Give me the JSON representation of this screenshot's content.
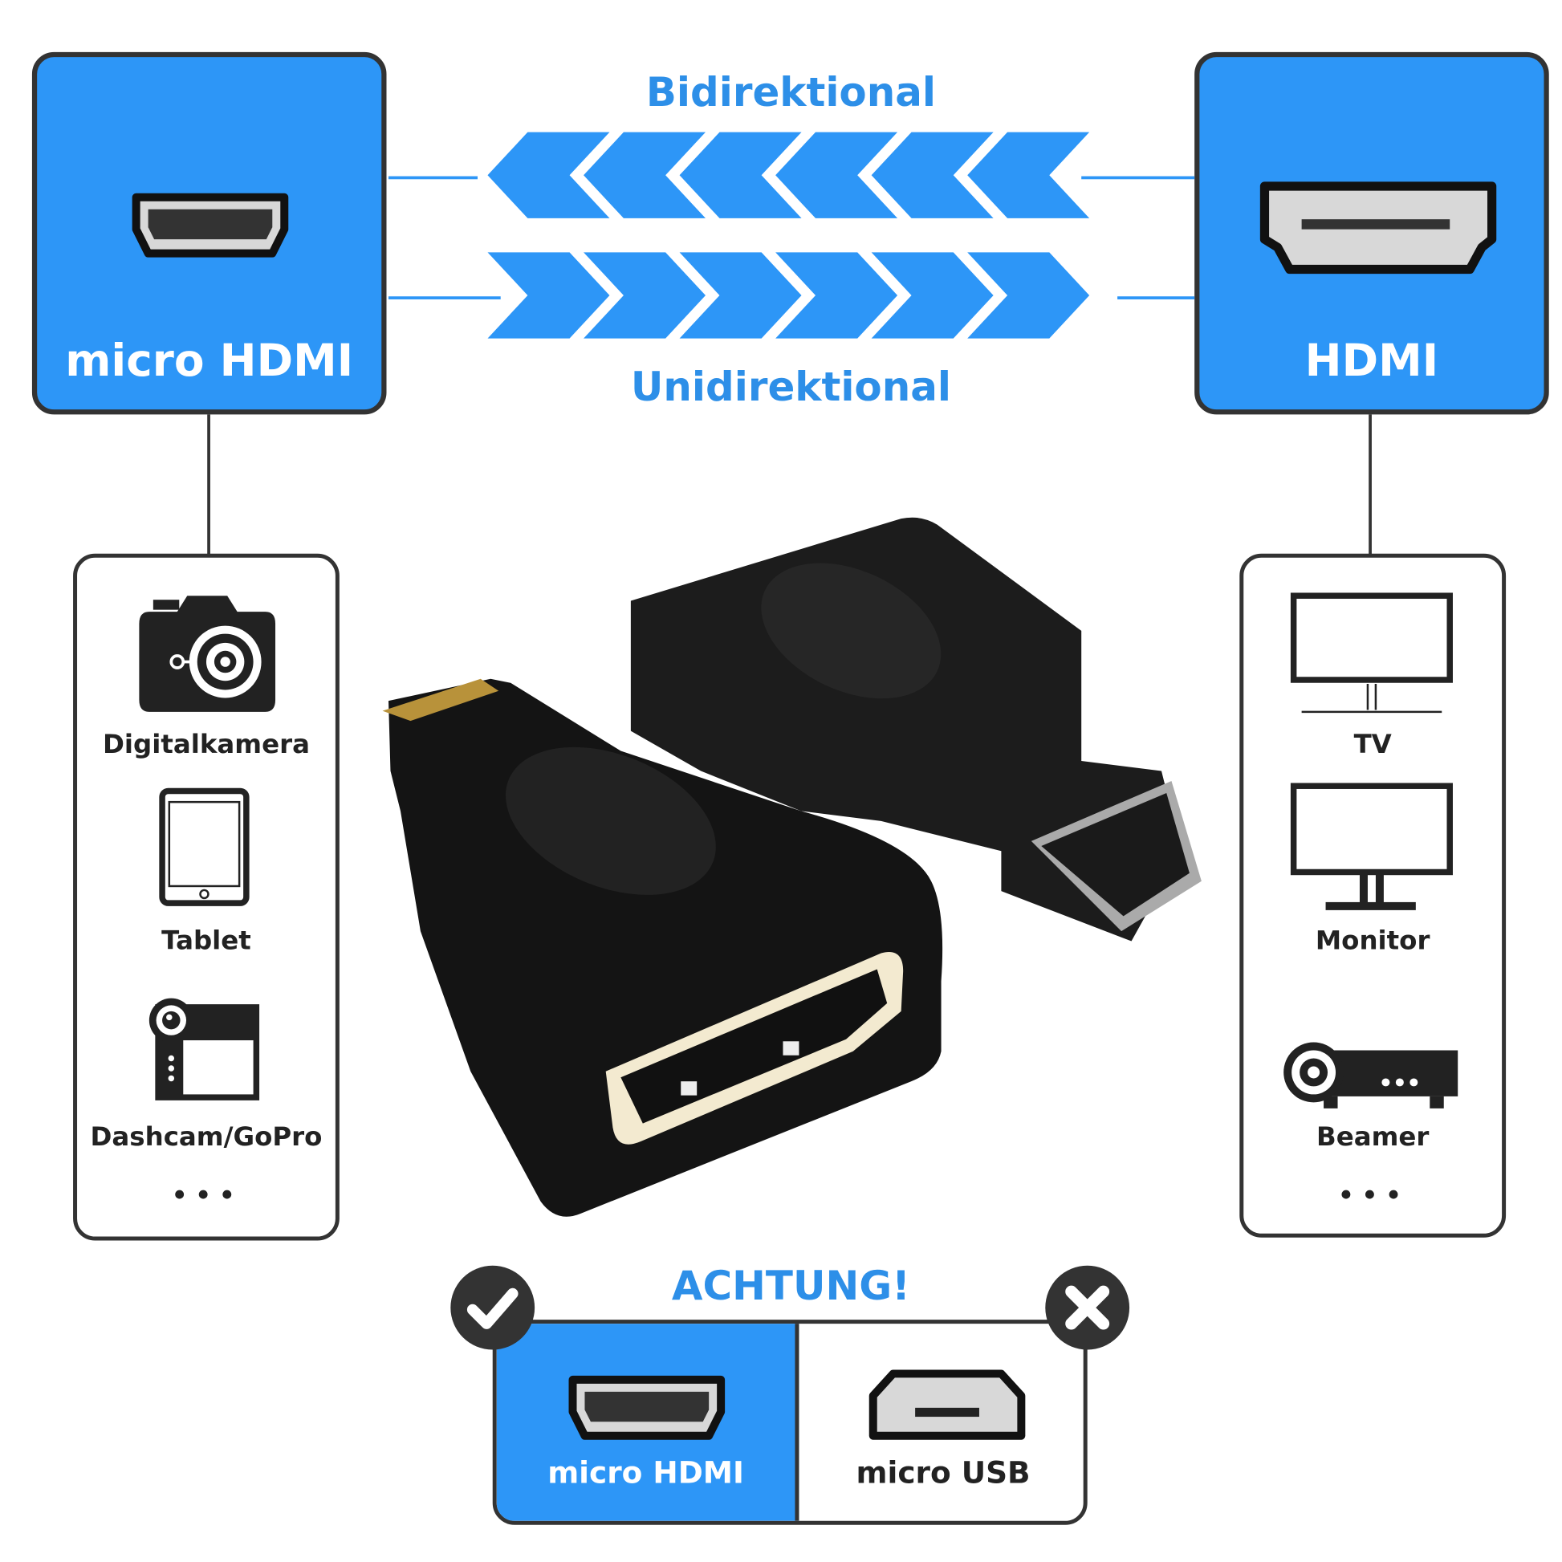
{
  "colors": {
    "accent": "#2d96f7",
    "dark": "#333333"
  },
  "left_box": {
    "label": "micro HDMI",
    "icon": "micro-hdmi-port-icon"
  },
  "right_box": {
    "label": "HDMI",
    "icon": "hdmi-port-icon"
  },
  "arrows": {
    "top_label": "Bidirektional",
    "bottom_label": "Unidirektional",
    "chevron_count": 6
  },
  "left_devices": {
    "items": [
      {
        "label": "Digitalkamera",
        "icon": "camera-icon"
      },
      {
        "label": "Tablet",
        "icon": "tablet-icon"
      },
      {
        "label": "Dashcam/GoPro",
        "icon": "camcorder-icon"
      }
    ],
    "more": "•••"
  },
  "right_devices": {
    "items": [
      {
        "label": "TV",
        "icon": "tv-icon"
      },
      {
        "label": "Monitor",
        "icon": "monitor-icon"
      },
      {
        "label": "Beamer",
        "icon": "projector-icon"
      }
    ],
    "more": "•••"
  },
  "warning": {
    "title": "ACHTUNG!",
    "correct": {
      "label": "micro HDMI",
      "icon": "check-icon"
    },
    "wrong": {
      "label": "micro USB",
      "icon": "x-icon"
    }
  }
}
